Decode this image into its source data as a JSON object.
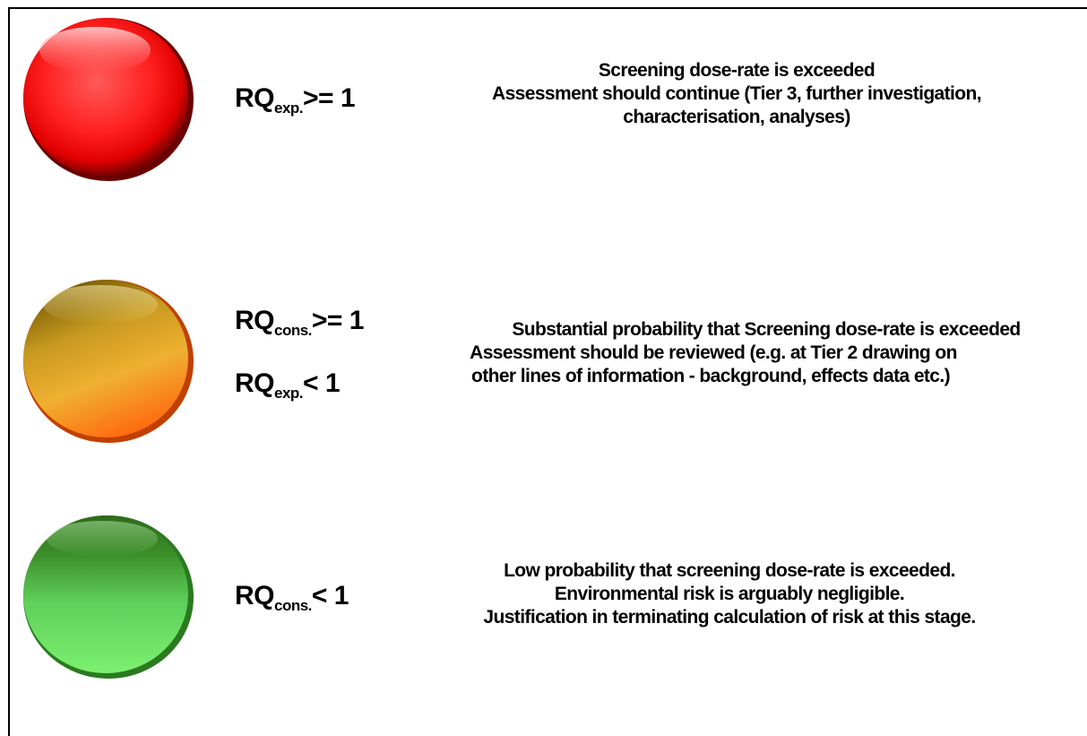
{
  "levels": [
    {
      "color": "red",
      "conditions": [
        {
          "base": "RQ",
          "sub": "exp.",
          "op": ">= 1"
        }
      ],
      "description": [
        "Screening dose-rate is exceeded",
        "Assessment should continue (Tier 3, further investigation,",
        "characterisation, analyses)"
      ]
    },
    {
      "color": "amber",
      "conditions": [
        {
          "base": "RQ",
          "sub": "cons.",
          "op": ">= 1"
        },
        {
          "base": "RQ",
          "sub": "exp.",
          "op": "< 1"
        }
      ],
      "description": [
        "Substantial probability that Screening dose-rate is exceeded",
        "Assessment should be reviewed (e.g. at Tier 2 drawing on",
        "other lines of information - background, effects data etc.)"
      ]
    },
    {
      "color": "green",
      "conditions": [
        {
          "base": "RQ",
          "sub": "cons.",
          "op": "< 1"
        }
      ],
      "description": [
        "Low probability  that screening dose-rate is exceeded.",
        "Environmental risk is arguably negligible.",
        "Justification in terminating calculation of risk at this stage."
      ]
    }
  ],
  "colors": {
    "red": "#ff2020",
    "amber": "#e8a020",
    "green": "#5fe05a"
  }
}
